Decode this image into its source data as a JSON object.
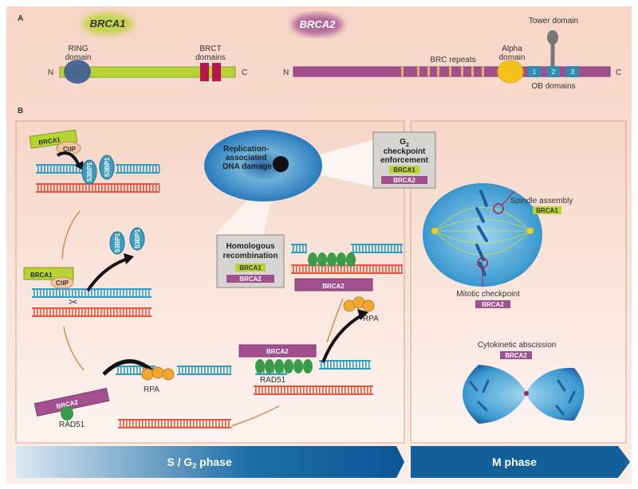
{
  "panel_a": {
    "label": "A",
    "brca1": {
      "name": "BRCA1",
      "n": "N",
      "c": "C",
      "ring_line1": "RING",
      "ring_line2": "domain",
      "brct_line1": "BRCT",
      "brct_line2": "domains"
    },
    "brca2": {
      "name": "BRCA2",
      "n": "N",
      "c": "C",
      "brc_repeats": "BRC repeats",
      "alpha_line1": "Alpha",
      "alpha_line2": "domain",
      "tower": "Tower domain",
      "ob": "OB domains",
      "ob_numbers": [
        "1",
        "2",
        "3"
      ]
    }
  },
  "panel_b": {
    "label": "B",
    "cell_text": [
      "Replication-",
      "associated",
      "DNA damage"
    ],
    "g2_box": {
      "line1": "G",
      "sub": "2",
      "line2": "checkpoint",
      "line3": "enforcement",
      "tag1": "BRCA1",
      "tag2": "BRCA2"
    },
    "hr_box": {
      "line1": "Homologous",
      "line2": "recombination",
      "tag1": "BRCA1",
      "tag2": "BRCA2"
    },
    "step1": {
      "brca1": "BRCA1",
      "ctip": "CtIP",
      "p53bp1": "53BP1"
    },
    "step2": {
      "brca1": "BRCA1",
      "ctip": "CtIP",
      "p53bp1": "53BP1"
    },
    "step3": {
      "brca2": "BRCA2",
      "rad51": "RAD51",
      "rpa": "RPA"
    },
    "step4": {
      "brca2": "BRCA2",
      "rad51": "RAD51",
      "rpa": "RPA",
      "brca2_hr": "BRCA2"
    },
    "mitosis": {
      "spindle": "Spindle assembly",
      "spindle_tag": "BRCA1",
      "checkpoint": "Mitotic checkpoint",
      "checkpoint_tag": "BRCA2",
      "cytokinesis": "Cytokinetic abscission",
      "cytokinesis_tag": "BRCA2"
    },
    "phases": {
      "s_g2": "S / G",
      "s_g2_sub": "2",
      "s_g2_suffix": " phase",
      "m": "M phase"
    }
  },
  "colors": {
    "brca1": "#b8d432",
    "brca2": "#a14f8e",
    "brct": "#b3174b",
    "ring": "#3b5b96",
    "alpha": "#f2c21a",
    "ob": "#2f8fb3",
    "dna_blue": "#2aa0c0",
    "dna_red": "#e8553f",
    "rad51": "#3a9c4a",
    "arrow_bar": "#0f5d9a",
    "background": "#f7dccf"
  }
}
